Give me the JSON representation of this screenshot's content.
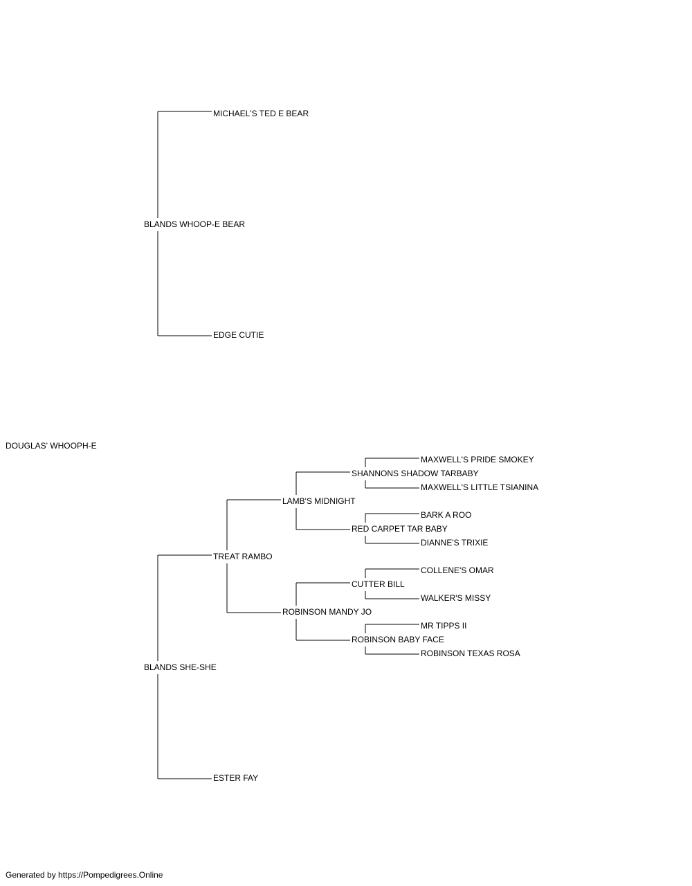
{
  "pedigree": {
    "subject": "DOUGLAS' WHOOPH-E",
    "sire": {
      "name": "BLANDS WHOOP-E BEAR",
      "sire": {
        "name": "MICHAEL'S TED E BEAR"
      },
      "dam": {
        "name": "EDGE CUTIE"
      }
    },
    "dam": {
      "name": "BLANDS SHE-SHE",
      "sire": {
        "name": "TREAT RAMBO",
        "sire": {
          "name": "LAMB'S MIDNIGHT",
          "sire": {
            "name": "SHANNONS SHADOW TARBABY",
            "sire": {
              "name": "MAXWELL'S PRIDE SMOKEY"
            },
            "dam": {
              "name": "MAXWELL'S LITTLE TSIANINA"
            }
          },
          "dam": {
            "name": "RED CARPET TAR BABY",
            "sire": {
              "name": "BARK A ROO"
            },
            "dam": {
              "name": "DIANNE'S TRIXIE"
            }
          }
        },
        "dam": {
          "name": "ROBINSON MANDY JO",
          "sire": {
            "name": "CUTTER BILL",
            "sire": {
              "name": "COLLENE'S OMAR"
            },
            "dam": {
              "name": "WALKER'S MISSY"
            }
          },
          "dam": {
            "name": "ROBINSON BABY FACE",
            "sire": {
              "name": "MR TIPPS II"
            },
            "dam": {
              "name": "ROBINSON TEXAS ROSA"
            }
          }
        }
      },
      "dam": {
        "name": "ESTER FAY"
      }
    }
  },
  "footer": {
    "text": "Generated by https://Pompedigrees.Online"
  }
}
